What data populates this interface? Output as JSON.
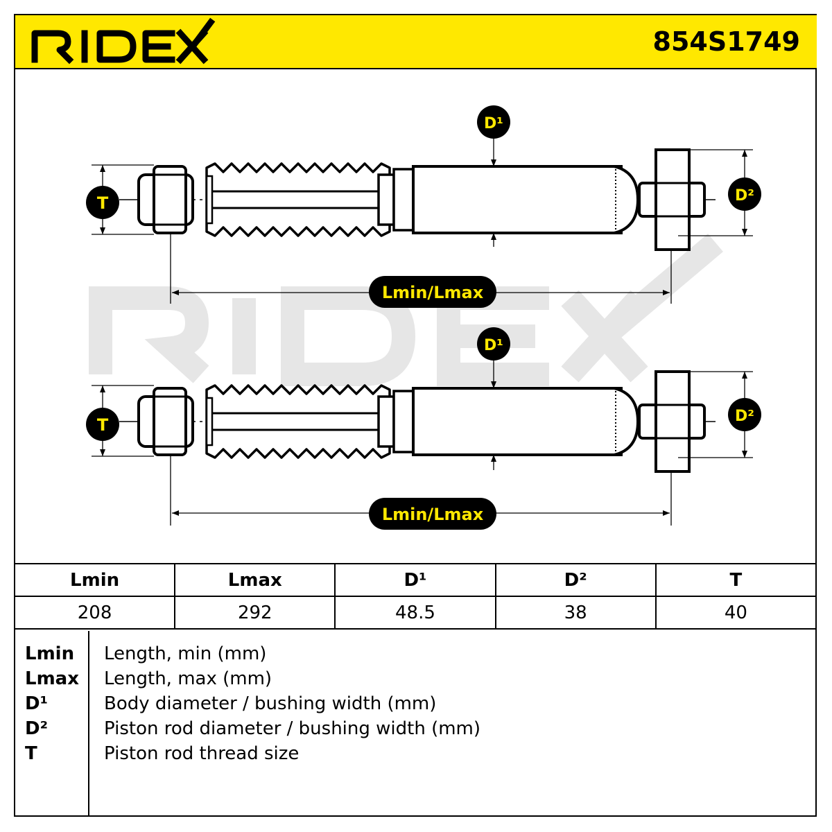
{
  "header": {
    "brand": "RIDEX",
    "part_number": "854S1749"
  },
  "diagram": {
    "watermark": "RIDEX",
    "labels": {
      "d1": "D¹",
      "d2": "D²",
      "t": "T",
      "length": "Lmin/Lmax"
    }
  },
  "table": {
    "headers": [
      "Lmin",
      "Lmax",
      "D¹",
      "D²",
      "T"
    ],
    "values": [
      "208",
      "292",
      "48.5",
      "38",
      "40"
    ]
  },
  "legend": [
    {
      "key": "Lmin",
      "desc": "Length, min (mm)"
    },
    {
      "key": "Lmax",
      "desc": "Length, max (mm)"
    },
    {
      "key": "D¹",
      "desc": "Body diameter / bushing width (mm)"
    },
    {
      "key": "D²",
      "desc": "Piston rod diameter / bushing width (mm)"
    },
    {
      "key": "T",
      "desc": "Piston rod thread size"
    }
  ],
  "colors": {
    "brand_yellow": "#ffe800",
    "badge_bg": "#000000",
    "badge_text": "#ffe800",
    "watermark": "#e6e6e6"
  }
}
